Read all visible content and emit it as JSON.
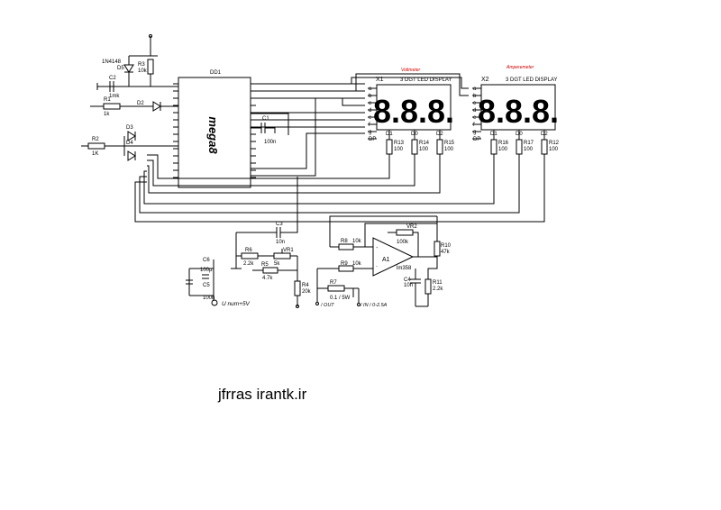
{
  "credit": "jfrras  irantk.ir",
  "mcu": {
    "ref": "DD1",
    "name": "mega8"
  },
  "displays": [
    {
      "ref": "X1",
      "title": "3 DGT LED DISPLAY",
      "caption": "Voltmeter",
      "digits": "8.8.8.",
      "pins": [
        "a",
        "b",
        "c",
        "d",
        "e",
        "f",
        "g",
        "DP"
      ],
      "digit_pins": [
        "D1",
        "D0",
        "D2"
      ]
    },
    {
      "ref": "X2",
      "title": "3 DGT LED DISPLAY",
      "caption": "Amperemeter",
      "digits": "8.8.8.",
      "pins": [
        "a",
        "b",
        "c",
        "d",
        "e",
        "f",
        "g",
        "DP"
      ],
      "digit_pins": [
        "D1",
        "D0",
        "D2"
      ]
    }
  ],
  "resistors": {
    "R13": {
      "ref": "R13",
      "value": "100"
    },
    "R14": {
      "ref": "R14",
      "value": "100"
    },
    "R15": {
      "ref": "R15",
      "value": "100"
    },
    "R16": {
      "ref": "R16",
      "value": "100"
    },
    "R17": {
      "ref": "R17",
      "value": "100"
    },
    "R12": {
      "ref": "R12",
      "value": "100"
    },
    "R1": {
      "ref": "R1",
      "value": "1k"
    },
    "R2": {
      "ref": "R2",
      "value": "1K"
    },
    "R3": {
      "ref": "R3",
      "value": "10k"
    },
    "R4": {
      "ref": "R4",
      "value": "20k"
    },
    "R5": {
      "ref": "R5",
      "value": "4.7k"
    },
    "R6": {
      "ref": "R6",
      "value": "2.2k"
    },
    "R7": {
      "ref": "R7",
      "value": "0.1 / 5W"
    },
    "R8": {
      "ref": "R8",
      "value": "10k"
    },
    "R9": {
      "ref": "R9",
      "value": "10k"
    },
    "R10": {
      "ref": "R10",
      "value": "47k"
    },
    "R11": {
      "ref": "R11",
      "value": "2.2k"
    },
    "VR1": {
      "ref": "VR1",
      "value": "5k"
    },
    "VR2": {
      "ref": "VR2",
      "value": "100k"
    }
  },
  "capacitors": {
    "C1": {
      "ref": "C1",
      "value": "100n"
    },
    "C2": {
      "ref": "C2",
      "value": "1mk"
    },
    "C3": {
      "ref": "C3",
      "value": "10n"
    },
    "C4": {
      "ref": "C4",
      "value": "10n"
    },
    "C5": {
      "ref": "C5",
      "value": "100n"
    },
    "C6": {
      "ref": "C6",
      "value": "100µ"
    }
  },
  "diodes": {
    "D5": {
      "ref": "D5",
      "part": "1N4148"
    },
    "D2": {
      "ref": "D2"
    },
    "D3": {
      "ref": "D3"
    },
    "D4": {
      "ref": "D4"
    }
  },
  "opamp": {
    "ref": "A1",
    "part": "lm358"
  },
  "labels": {
    "supply": "U num+5V",
    "out": "/ OUT",
    "in": "/ IN / 0-2.5A"
  }
}
